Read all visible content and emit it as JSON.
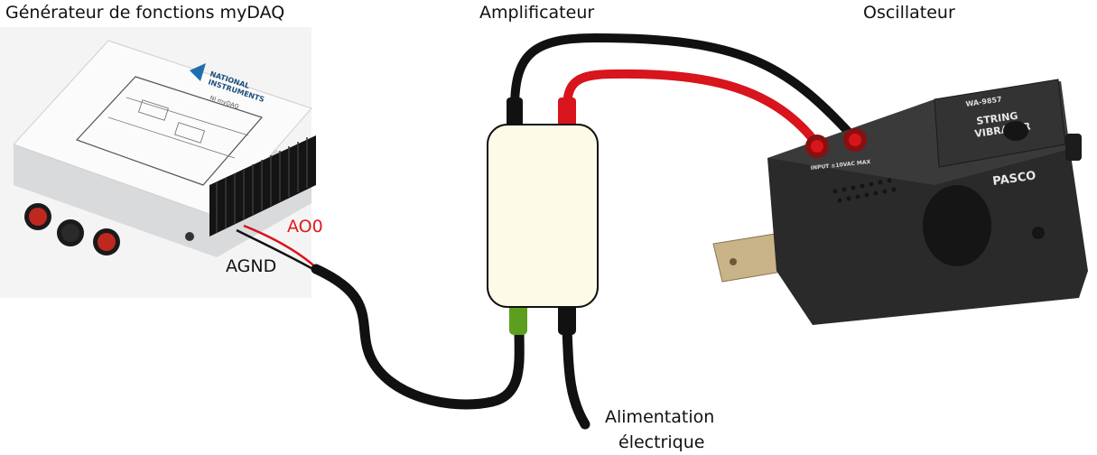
{
  "labels": {
    "function_generator": "Générateur de fonctions myDAQ",
    "amplifier": "Amplificateur",
    "oscillator": "Oscillateur",
    "ao0": "AO0",
    "agnd": "AGND",
    "power_line1": "Alimentation",
    "power_line2": "électrique"
  },
  "device_text": {
    "mydaq_brand_line1": "NATIONAL",
    "mydaq_brand_line2": "INSTRUMENTS",
    "mydaq_model": "NI myDAQ",
    "vibrator_model": "WA-9857",
    "vibrator_name_line1": "STRING",
    "vibrator_name_line2": "VIBRATOR",
    "vibrator_input": "INPUT ±10VAC MAX",
    "vibrator_brand": "PASCO"
  },
  "colors": {
    "wire_black": "#111111",
    "wire_red": "#d8141c",
    "plug_green": "#5c9e1e",
    "amp_fill": "#fdfbe8",
    "label_red": "#e0191f",
    "device_body": "#2b2b2b"
  }
}
